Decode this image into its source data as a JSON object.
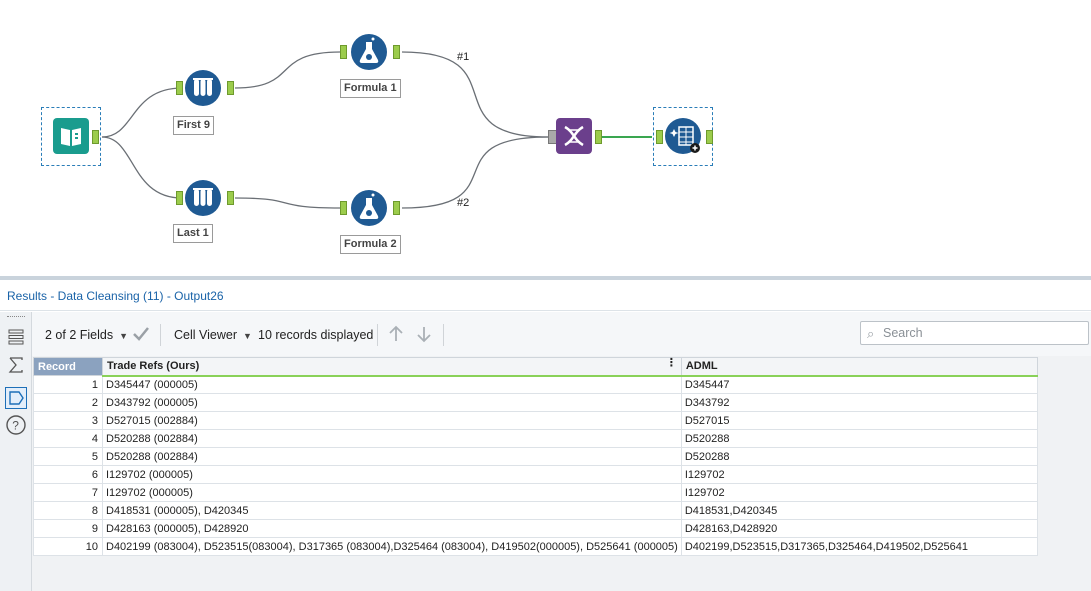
{
  "workflow": {
    "tools": {
      "formula1": "Formula 1",
      "formula2": "Formula 2",
      "first9": "First 9",
      "last1": "Last 1"
    },
    "connections": {
      "c1": "#1",
      "c2": "#2"
    },
    "colors": {
      "tool_blue": "#1f5a93",
      "input_teal": "#1a9c8e",
      "join_purple": "#6b3f8c",
      "anchor_green": "#9ccc4c"
    }
  },
  "results": {
    "title": "Results - Data Cleansing (11) - Output26",
    "fields_selector": "2 of 2 Fields",
    "viewer": "Cell Viewer",
    "records_displayed": "10 records displayed",
    "search_placeholder": "Search"
  },
  "grid": {
    "headers": [
      "Record",
      "Trade Refs (Ours)",
      "ADML"
    ],
    "rows": [
      [
        "1",
        "D345447 (000005)",
        "D345447"
      ],
      [
        "2",
        "D343792 (000005)",
        "D343792"
      ],
      [
        "3",
        "D527015 (002884)",
        "D527015"
      ],
      [
        "4",
        "D520288 (002884)",
        "D520288"
      ],
      [
        "5",
        "D520288 (002884)",
        "D520288"
      ],
      [
        "6",
        "I129702 (000005)",
        "I129702"
      ],
      [
        "7",
        "I129702 (000005)",
        "I129702"
      ],
      [
        "8",
        "D418531 (000005), D420345",
        "D418531,D420345"
      ],
      [
        "9",
        "D428163 (000005), D428920",
        "D428163,D428920"
      ],
      [
        "10",
        "D402199 (083004), D523515(083004), D317365 (083004),D325464 (083004), D419502(000005), D525641 (000005)",
        "D402199,D523515,D317365,D325464,D419502,D525641"
      ]
    ]
  }
}
